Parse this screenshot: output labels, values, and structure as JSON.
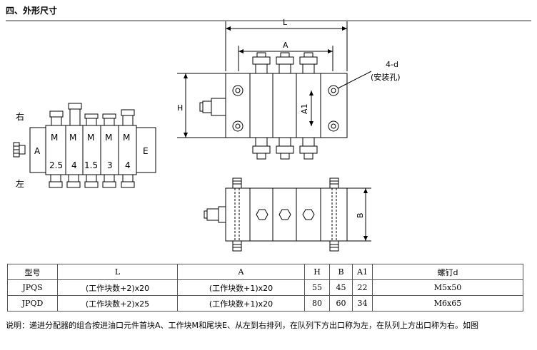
{
  "heading": "四、外形尺寸",
  "left_view": {
    "side_top": "右",
    "side_bottom": "左",
    "head_block": "A",
    "tail_block": "E",
    "work_blocks": [
      {
        "label": "M",
        "value": "2.5"
      },
      {
        "label": "M",
        "value": "4"
      },
      {
        "label": "M",
        "value": "1.5"
      },
      {
        "label": "M",
        "value": "3"
      },
      {
        "label": "M",
        "value": "4"
      }
    ]
  },
  "dimensions": {
    "L": "L",
    "A": "A",
    "H": "H",
    "A1": "A1",
    "B": "B",
    "hole_count": "4-d",
    "hole_note": "(安装孔)"
  },
  "table": {
    "headers": [
      "型号",
      "L",
      "A",
      "H",
      "B",
      "A1",
      "螺钉d"
    ],
    "rows": [
      [
        "JPQS",
        "(工作块数+2)x20",
        "(工作块数+1)x20",
        "55",
        "45",
        "22",
        "M5x50"
      ],
      [
        "JPQD",
        "(工作块数+2)x25",
        "(工作块数+1)x20",
        "80",
        "60",
        "34",
        "M6x65"
      ]
    ]
  },
  "note": "说明：递进分配器的组合按进油口元件首块A、工作块M和尾块E、从左到右排列，在队列下方出口称为左，在队列上方出口称为右。如图"
}
